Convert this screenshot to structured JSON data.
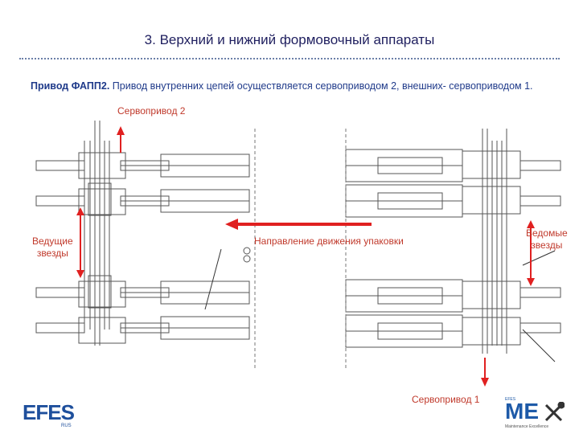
{
  "slide": {
    "title": "3. Верхний и нижний формовочный аппараты",
    "description_bold": "Привод ФАПП2.",
    "description_text": " Привод внутренних цепей осуществляется сервоприводом 2,  внешних- сервоприводом 1."
  },
  "labels": {
    "servo2": "Сервопривод 2",
    "servo1": "Сервопривод 1",
    "driving_line1": "Ведущие",
    "driving_line2": "звезды",
    "driven_line1": "Ведомые",
    "driven_line2": "звезды",
    "direction": "Направление движения упаковки"
  },
  "logos": {
    "left_logo": "EFES",
    "left_logo_sub": "RUS",
    "right_logo": "ME",
    "right_logo_top": "EFES",
    "right_logo_sub": "Maintenance Excellence"
  },
  "colors": {
    "title": "#1f1f5f",
    "description": "#1f3a8a",
    "label_red": "#c0392b",
    "arrow_red": "#e02020",
    "logo_blue": "#1e4f9c",
    "drawing_line": "#555555"
  }
}
